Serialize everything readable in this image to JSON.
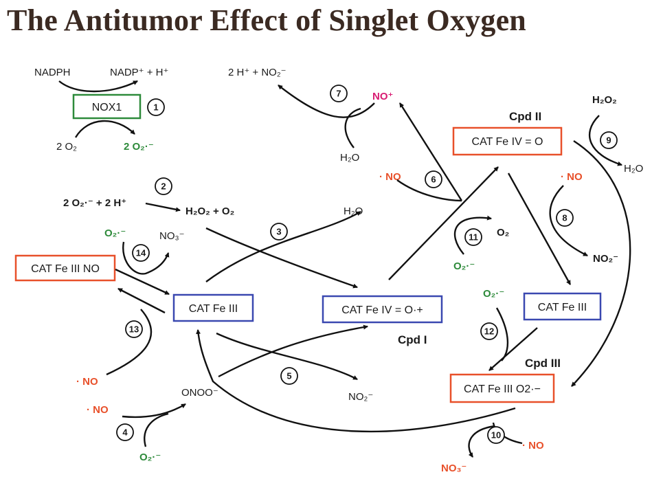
{
  "title": "The Antitumor Effect of Singlet Oxygen",
  "colors": {
    "green": "#2d8a3a",
    "orange": "#e8502a",
    "blue": "#3a48b0",
    "magenta": "#d81b72",
    "text": "#1a1a1a",
    "title": "#3b2a22"
  },
  "boxes": {
    "nox1": "NOX1",
    "cat_no": "CAT Fe III NO",
    "cat3_left": "CAT Fe III",
    "cpd1": "CAT Fe IV = O·+",
    "cpd2": "CAT Fe IV = O",
    "cat3_right": "CAT Fe III",
    "cpd3": "CAT Fe III O2·−"
  },
  "compound_labels": {
    "cpd1": "Cpd I",
    "cpd2": "Cpd II",
    "cpd3": "Cpd III"
  },
  "species": {
    "nadph": "NADPH",
    "nadp": "NADP⁺ + H⁺",
    "h_no2_top": "2 H⁺ + NO₂⁻",
    "no_plus": "NO⁺",
    "o2_2": "2 O₂",
    "superox_2": "2 O₂·⁻",
    "h2o_7": "H₂O",
    "no_6": "· NO",
    "h2o2_9": "H₂O₂",
    "h2o_9": "H₂O",
    "no_8": "· NO",
    "reaction2_left": "2 O₂·⁻ + 2 H⁺",
    "reaction2_right": "H₂O₂ + O₂",
    "h2o_3": "H₂O",
    "o2_11": "O₂",
    "superox_11": "O₂·⁻",
    "no2_8": "NO₂⁻",
    "superox_14": "O₂·⁻",
    "no3_14": "NO₃⁻",
    "superox_12": "O₂·⁻",
    "no_13": "· NO",
    "no_4": "· NO",
    "onoo": "ONOO⁻",
    "no2_5": "NO₂⁻",
    "superox_4": "O₂·⁻",
    "no_10": "· NO",
    "no3_10": "NO₃⁻"
  },
  "steps": [
    "1",
    "2",
    "3",
    "4",
    "5",
    "6",
    "7",
    "8",
    "9",
    "10",
    "11",
    "12",
    "13",
    "14"
  ]
}
